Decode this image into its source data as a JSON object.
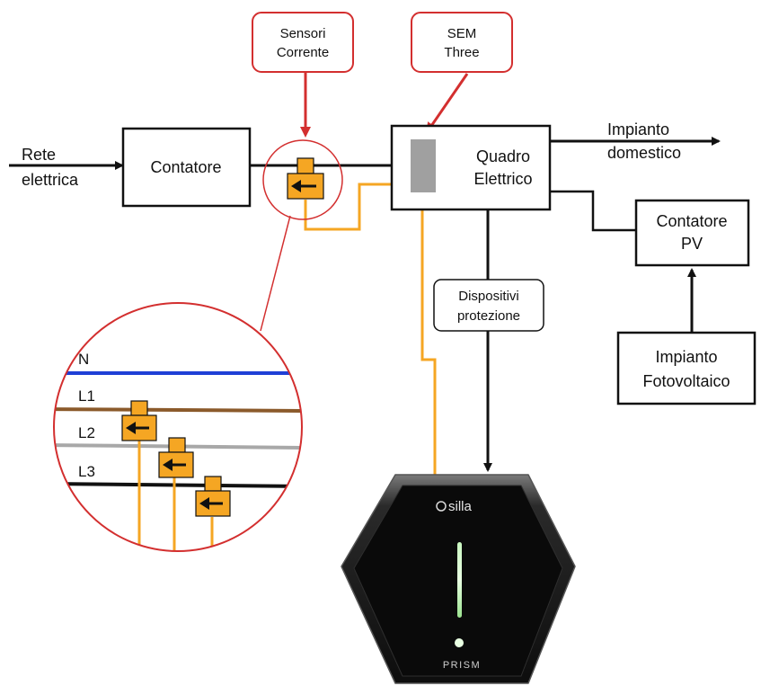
{
  "callouts": {
    "sensori_line1": "Sensori",
    "sensori_line2": "Corrente",
    "sem_line1": "SEM",
    "sem_line2": "Three"
  },
  "labels": {
    "rete_line1": "Rete",
    "rete_line2": "elettrica",
    "contatore": "Contatore",
    "quadro_line1": "Quadro",
    "quadro_line2": "Elettrico",
    "impianto_dom_line1": "Impianto",
    "impianto_dom_line2": "domestico",
    "contatore_pv_line1": "Contatore",
    "contatore_pv_line2": "PV",
    "fotovoltaico_line1": "Impianto",
    "fotovoltaico_line2": "Fotovoltaico",
    "protezione_line1": "Dispositivi",
    "protezione_line2": "protezione"
  },
  "phases": {
    "n": "N",
    "l1": "L1",
    "l2": "L2",
    "l3": "L3"
  },
  "charger": {
    "brand": "silla",
    "model": "PRISM"
  },
  "colors": {
    "callout_border": "#d32f2f",
    "sensor_orange": "#f5a623",
    "wire_orange": "#f5a623",
    "neutral_blue": "#1f3fd6",
    "l1_brown": "#8b5a2b",
    "l2_grey": "#a8a8a8",
    "l3_black": "#111111",
    "sem_grey": "#a0a0a0"
  }
}
